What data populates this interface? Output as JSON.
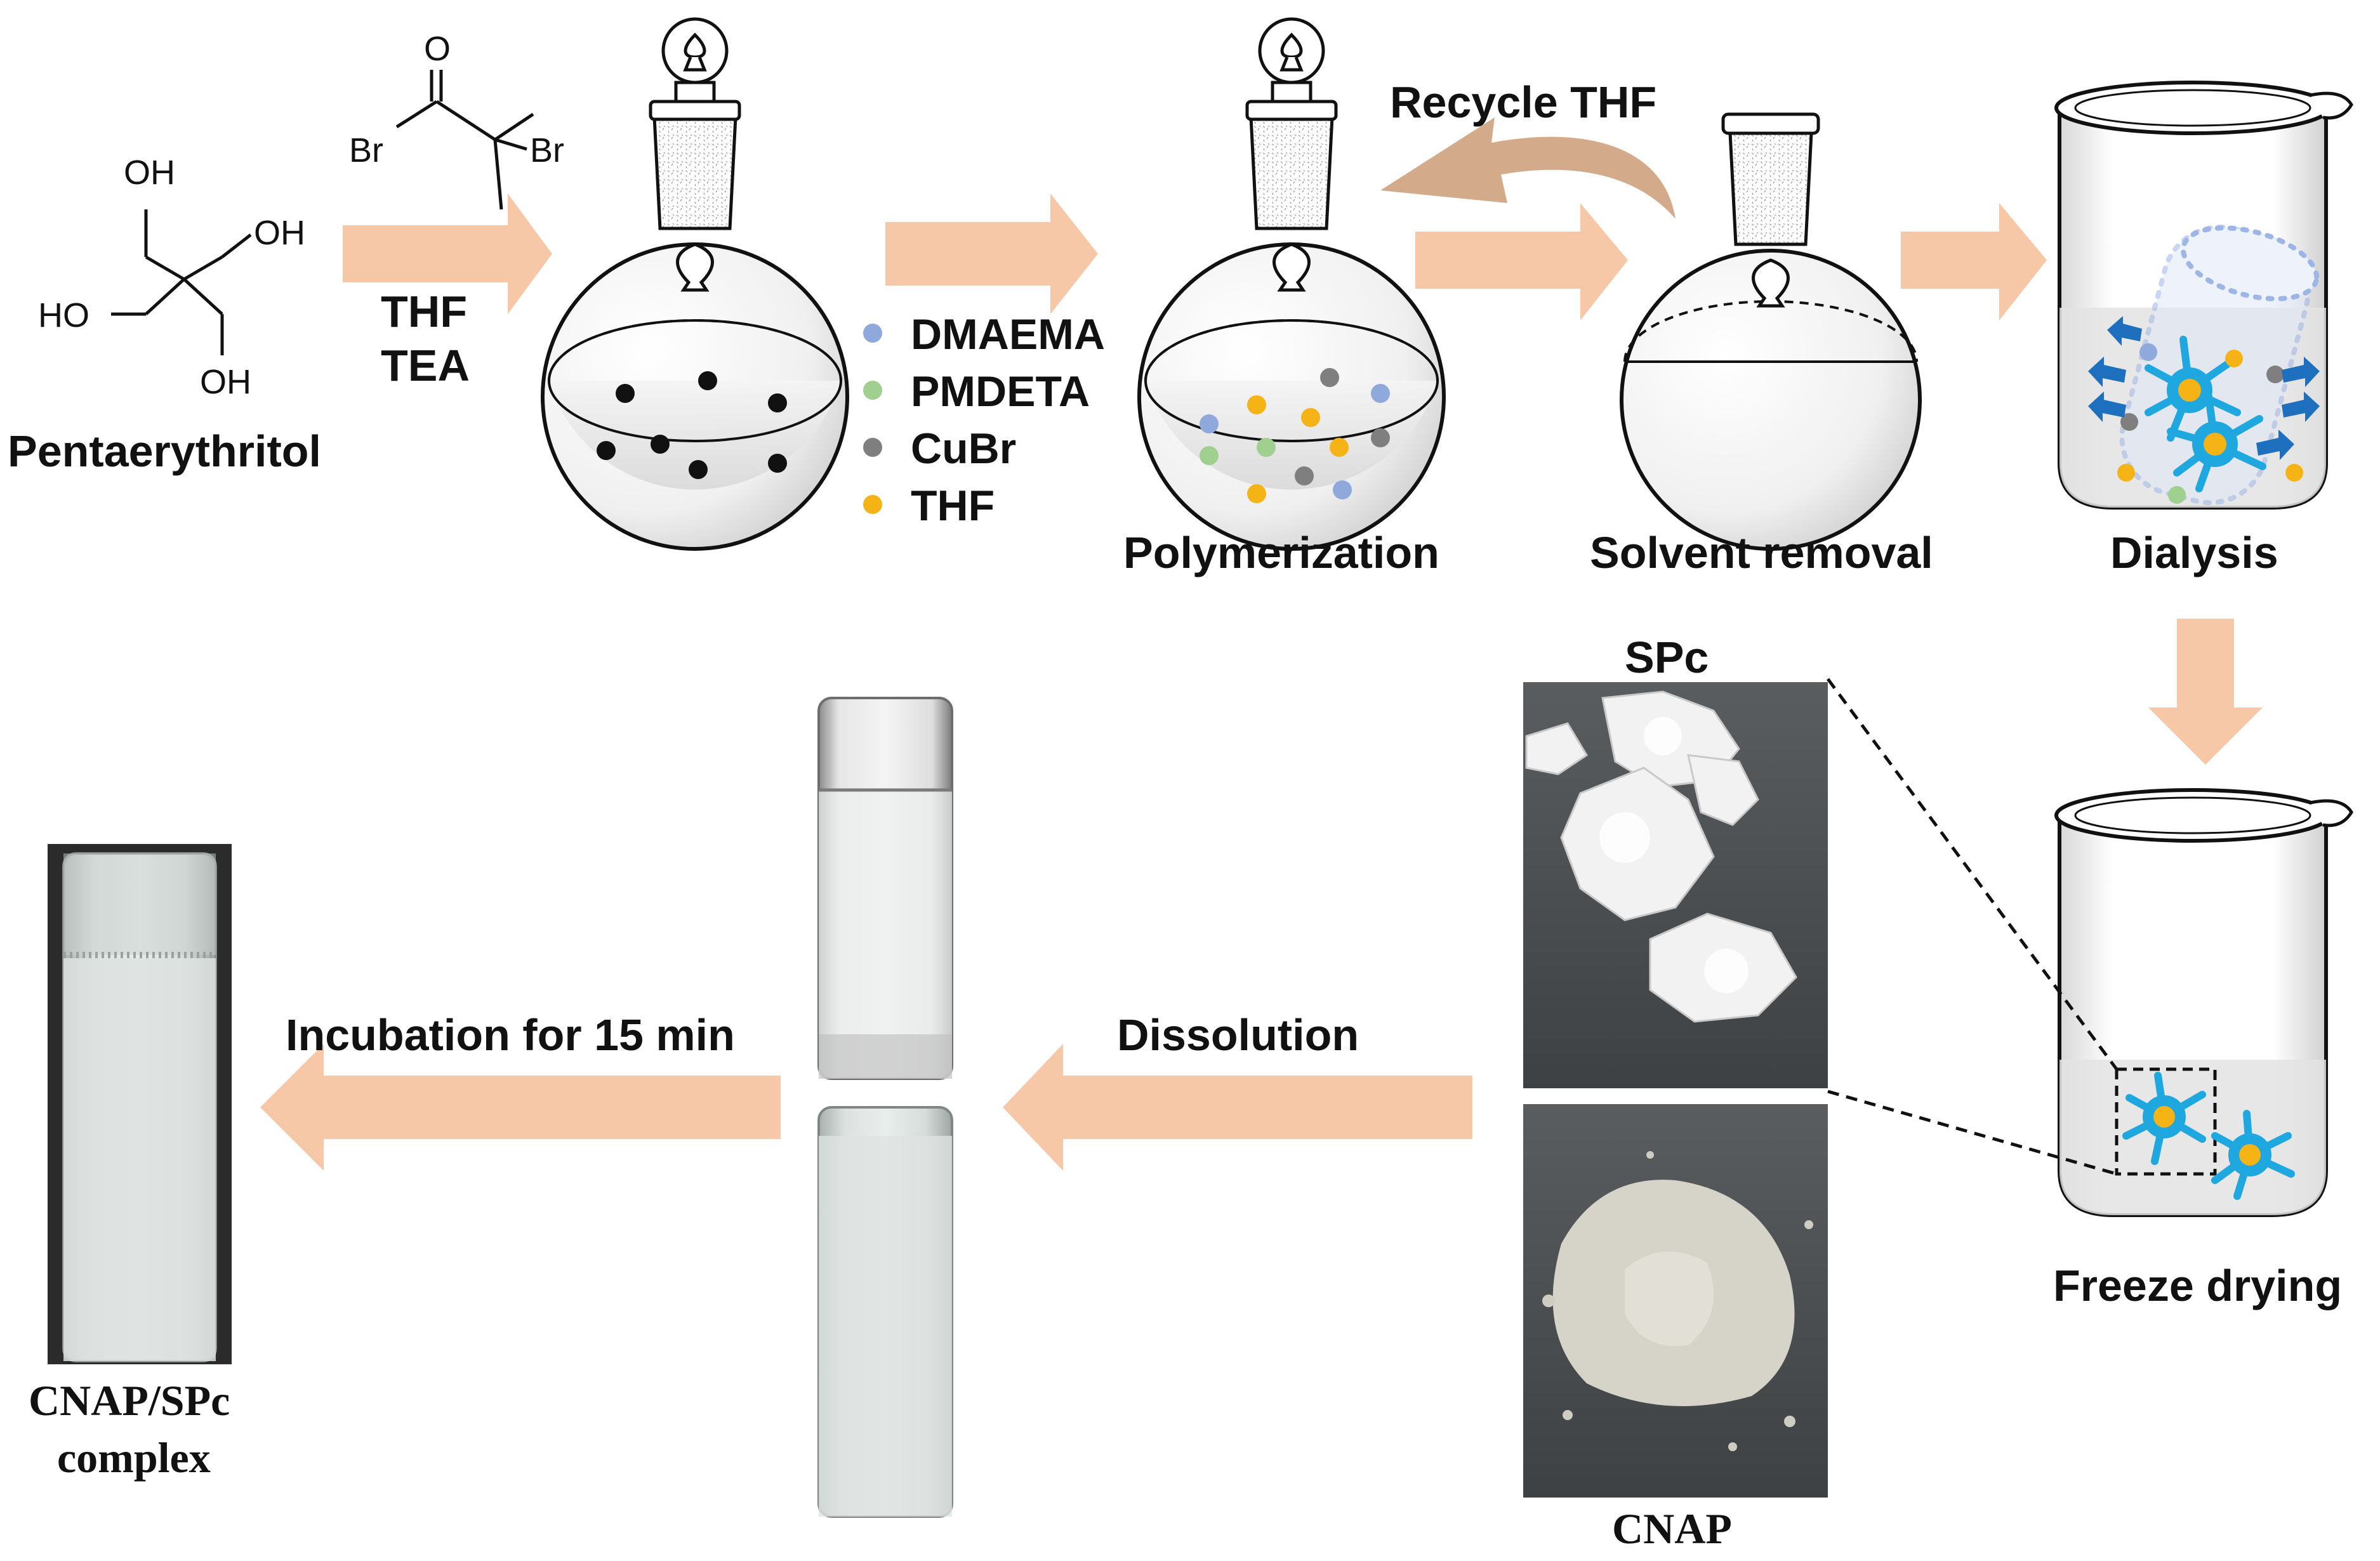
{
  "labels": {
    "pentaerythritol": "Pentaerythritol",
    "reagent_thf": "THF",
    "reagent_tea": "TEA",
    "recycle": "Recycle THF",
    "polymerization": "Polymerization",
    "solvent_removal": "Solvent removal",
    "dialysis": "Dialysis",
    "freeze_drying": "Freeze drying",
    "spc": "SPc",
    "cnap": "CNAP",
    "dissolution": "Dissolution",
    "incubation": "Incubation for 15 min",
    "complex_line1": "CNAP/SPc",
    "complex_line2": "complex"
  },
  "chem": {
    "oh1": "OH",
    "oh2": "OH",
    "oh3": "OH",
    "ho": "HO",
    "o": "O",
    "br1": "Br",
    "br2": "Br"
  },
  "legend": [
    {
      "label": "DMAEMA",
      "color": "#8fa9dc"
    },
    {
      "label": "PMDETA",
      "color": "#9fd08f"
    },
    {
      "label": "CuBr",
      "color": "#7f7f7f"
    },
    {
      "label": "THF",
      "color": "#f5b316"
    }
  ],
  "colors": {
    "arrow": "#f7c8a8",
    "recycle_arrow": "#d3aa8a",
    "micelle": "#1fa7e0",
    "micelle_core": "#f5b316",
    "flow_arrow": "#1f6fbf",
    "membrane": "#9db6e6"
  }
}
